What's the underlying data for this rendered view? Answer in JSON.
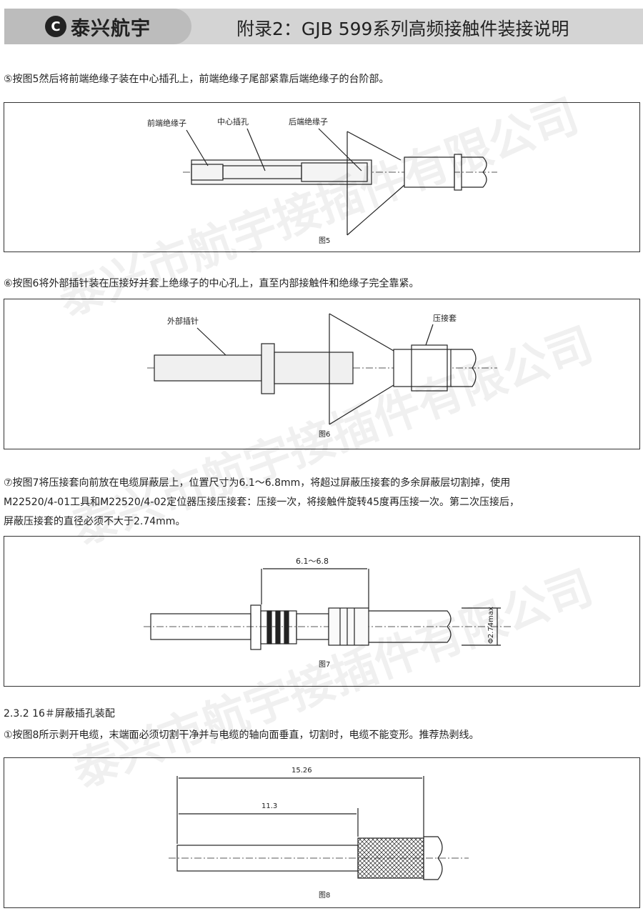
{
  "header": {
    "logo_mark": "C",
    "logo_text": "泰兴航宇",
    "title": "附录2：GJB 599系列高频接触件装接说明"
  },
  "watermark": "泰兴市航宇接插件有限公司",
  "step5": {
    "text": "⑤按图5然后将前端绝缘子装在中心插孔上，前端绝缘子尾部紧靠后端绝缘子的台阶部。",
    "fig": {
      "labels": [
        "前端绝缘子",
        "中心插孔",
        "后端绝缘子"
      ],
      "caption": "图5"
    }
  },
  "step6": {
    "text": "⑥按图6将外部插针装在压接好并套上绝缘子的中心孔上，直至内部接触件和绝缘子完全靠紧。",
    "fig": {
      "labels": [
        "外部插针",
        "压接套"
      ],
      "caption": "图6"
    }
  },
  "step7": {
    "lines": [
      "⑦按图7将压接套向前放在电缆屏蔽层上，位置尺寸为6.1～6.8mm，将超过屏蔽压接套的多余屏蔽层切割掉，使用",
      "M22520/4-01工具和M22520/4-02定位器压接压接套：压接一次，将接触件旋转45度再压接一次。第二次压接后，",
      "屏蔽压接套的直径必须不大于2.74mm。"
    ],
    "fig": {
      "dim": "6.1～6.8",
      "diameter": "Φ2.74max",
      "caption": "图7"
    }
  },
  "section": {
    "heading": "2.3.2 16＃屏蔽插孔装配",
    "text": "①按图8所示剥开电缆，末端面必须切割干净并与电缆的轴向面垂直，切割时，电缆不能变形。推荐热剥线。",
    "fig": {
      "dim1": "15.26",
      "dim2": "11.3",
      "caption": "图8"
    }
  }
}
